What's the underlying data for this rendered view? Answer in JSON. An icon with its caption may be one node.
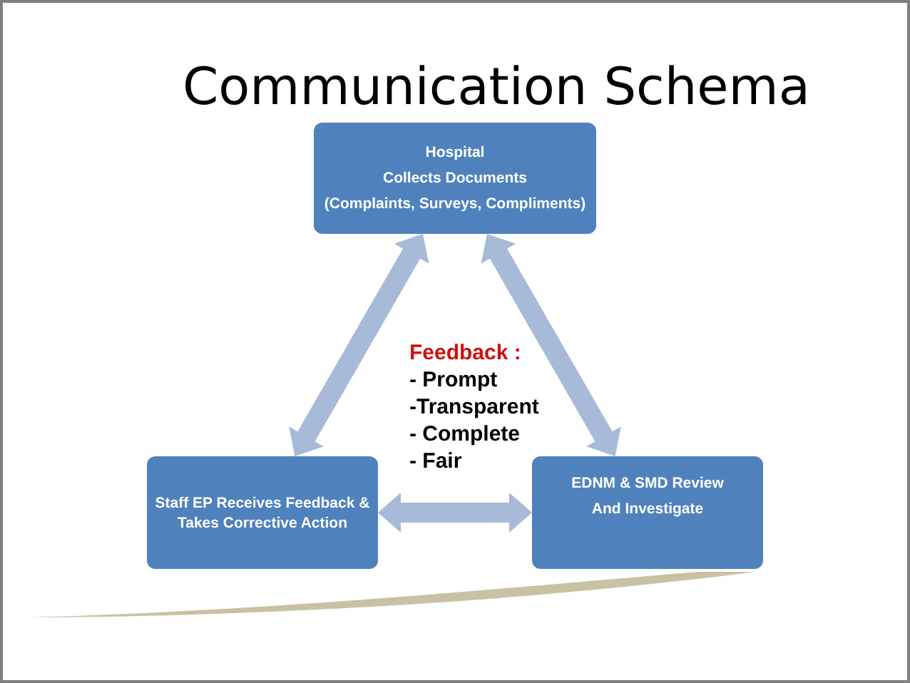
{
  "diagram": {
    "title": "Communication Schema",
    "nodes": [
      {
        "text": [
          "Hospital",
          "Collects Documents",
          "(Complaints, Surveys, Compliments)"
        ]
      },
      {
        "text": [
          "EDNM & SMD Review",
          "And Investigate"
        ]
      },
      {
        "text": [
          "Staff EP Receives Feedback & Takes Corrective Action"
        ]
      }
    ],
    "edges": [
      {
        "from": 0,
        "to": 2,
        "arrow": "both"
      },
      {
        "from": 0,
        "to": 1,
        "arrow": "both"
      },
      {
        "from": 2,
        "to": 1,
        "arrow": "both"
      }
    ],
    "labels": [
      "Feedback :",
      "- Prompt",
      "-Transparent",
      "- Complete",
      "- Fair"
    ]
  }
}
